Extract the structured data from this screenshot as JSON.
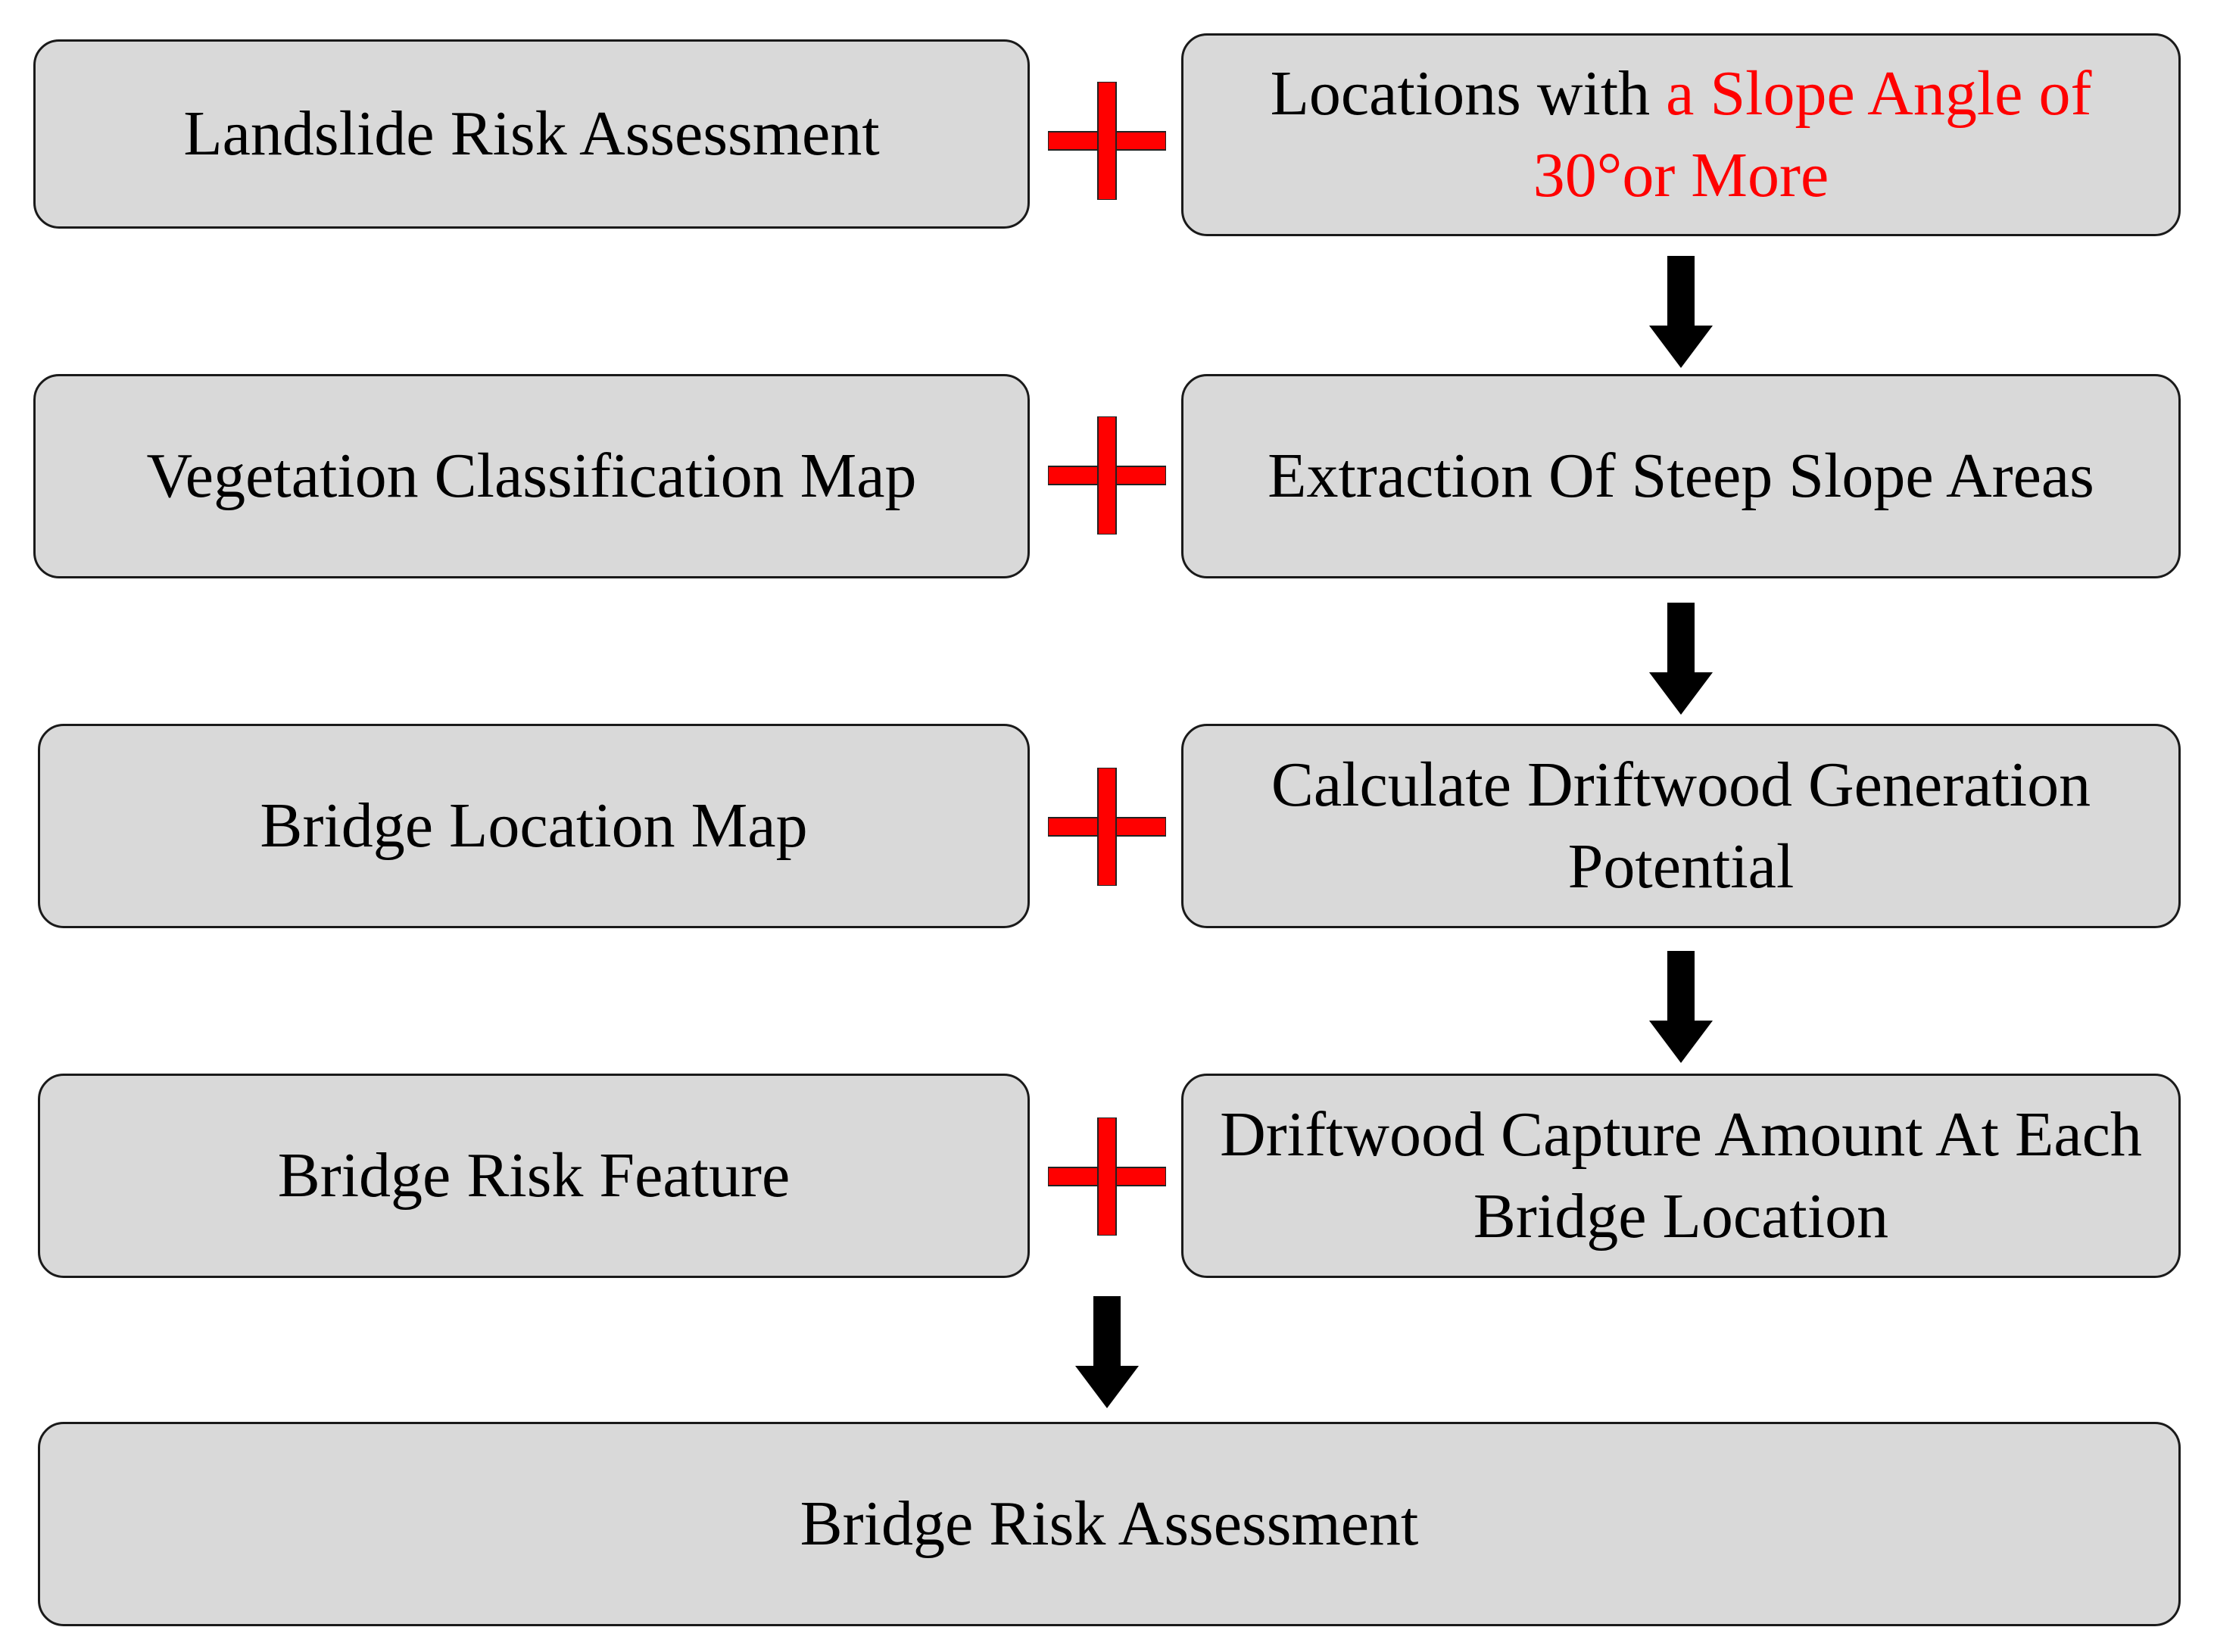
{
  "colors": {
    "box_fill": "#d9d9d9",
    "box_border": "#1a1a1a",
    "plus": "#ff0000",
    "arrow": "#000000",
    "highlight_text": "#ff0000"
  },
  "rows": [
    {
      "left": "Landslide Risk Assessment",
      "right_prefix": "Locations with ",
      "right_highlight": "a Slope Angle of 30°or More"
    },
    {
      "left": "Vegetation Classification Map",
      "right": "Extraction Of Steep Slope Areas"
    },
    {
      "left": "Bridge Location Map",
      "right": "Calculate Driftwood Generation Potential"
    },
    {
      "left": "Bridge Risk Feature",
      "right": "Driftwood Capture Amount At Each Bridge Location"
    }
  ],
  "final": "Bridge Risk Assessment",
  "icons": {
    "plus": "plus-icon",
    "arrow": "arrow-down-icon"
  }
}
